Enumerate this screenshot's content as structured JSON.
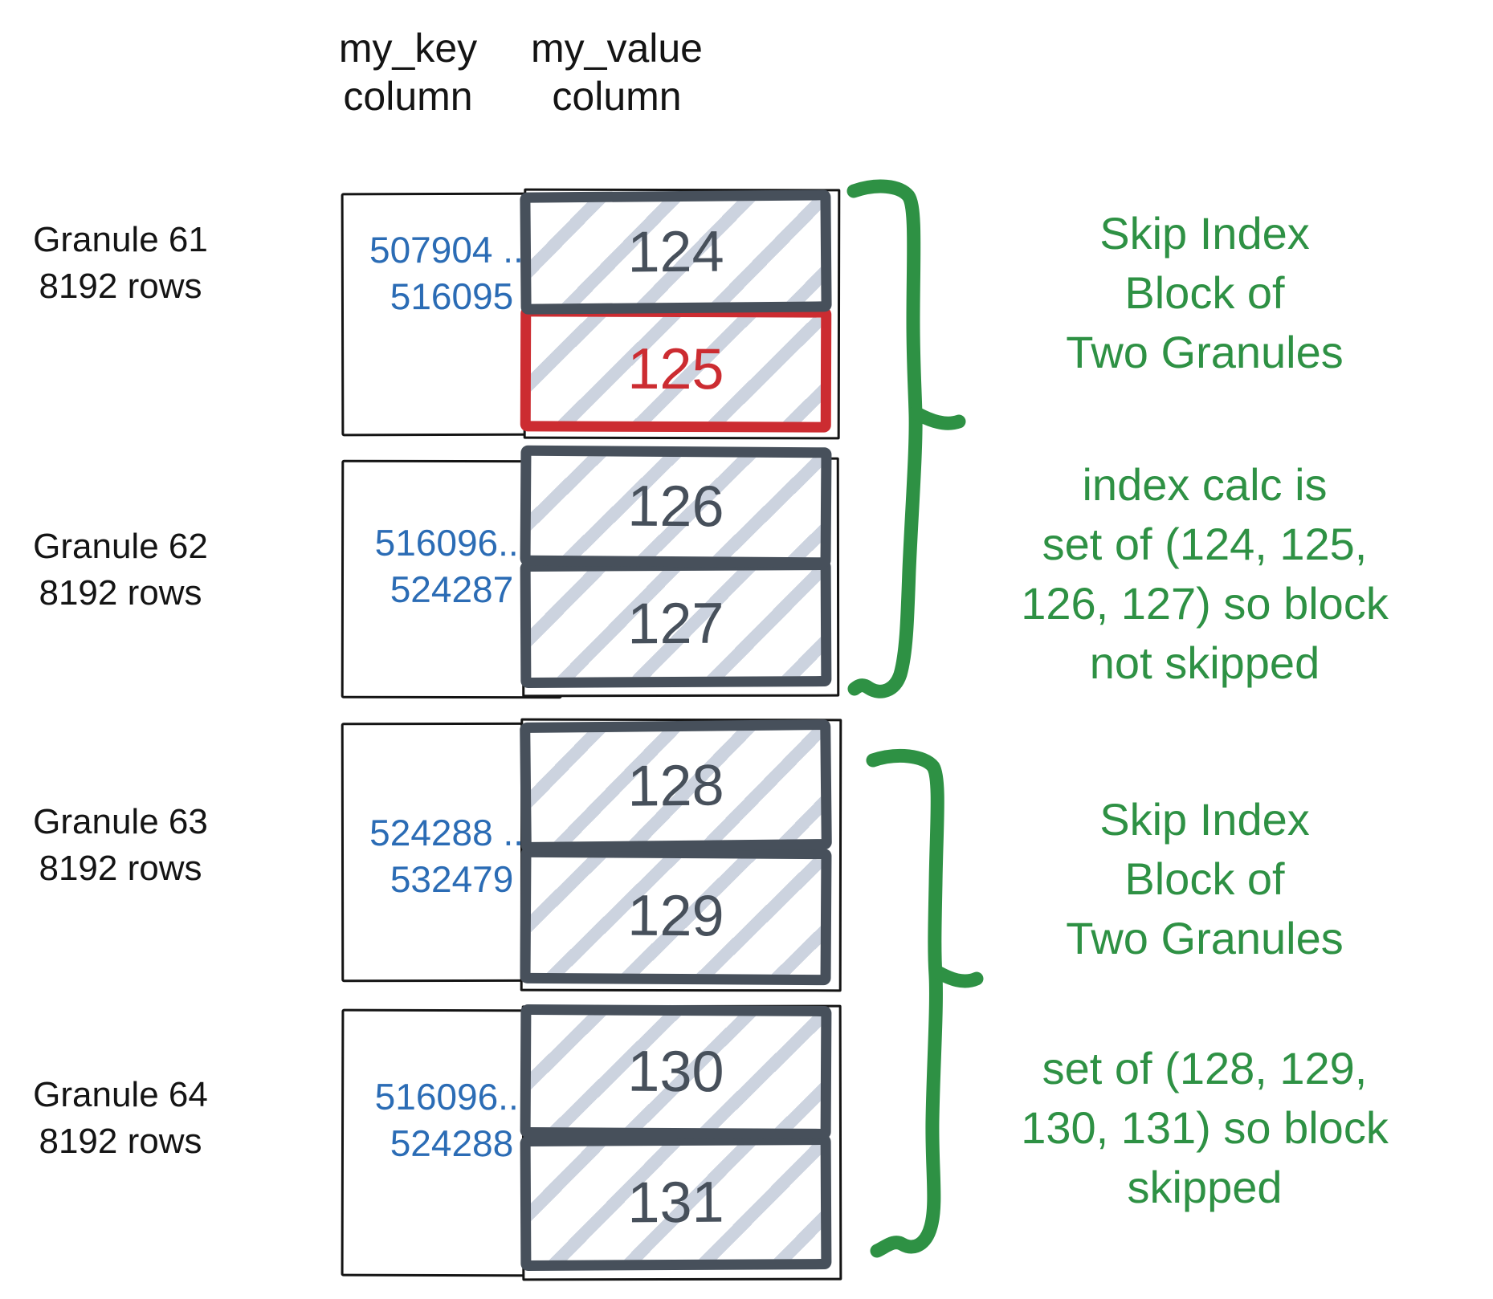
{
  "headers": {
    "key": "my_key\ncolumn",
    "value": "my_value\ncolumn"
  },
  "granules": [
    {
      "name": "Granule 61",
      "rows": "8192 rows",
      "key_start": "507904 ...",
      "key_end": "516095",
      "blocks": [
        {
          "value": "124"
        },
        {
          "value": "125",
          "highlighted": true
        }
      ]
    },
    {
      "name": "Granule 62",
      "rows": "8192 rows",
      "key_start": "516096...",
      "key_end": "524287",
      "blocks": [
        {
          "value": "126"
        },
        {
          "value": "127"
        }
      ]
    },
    {
      "name": "Granule 63",
      "rows": "8192 rows",
      "key_start": "524288 ...",
      "key_end": "532479",
      "blocks": [
        {
          "value": "128"
        },
        {
          "value": "129"
        }
      ]
    },
    {
      "name": "Granule 64",
      "rows": "8192 rows",
      "key_start": "516096...",
      "key_end": "524288",
      "blocks": [
        {
          "value": "130"
        },
        {
          "value": "131"
        }
      ]
    }
  ],
  "annotations": [
    {
      "text": "Skip Index\nBlock of\nTwo Granules"
    },
    {
      "text": "index calc is\nset of (124, 125,\n126, 127) so block\nnot skipped"
    },
    {
      "text": "Skip Index\nBlock of\nTwo Granules"
    },
    {
      "text": "set of (128, 129,\n130, 131) so block\nskipped"
    }
  ],
  "colors": {
    "green": "#2e9144",
    "blue": "#2b6cb5",
    "slate": "#47505b",
    "red": "#cc2c31",
    "hatch": "#ccd3df",
    "ink": "#141414"
  }
}
